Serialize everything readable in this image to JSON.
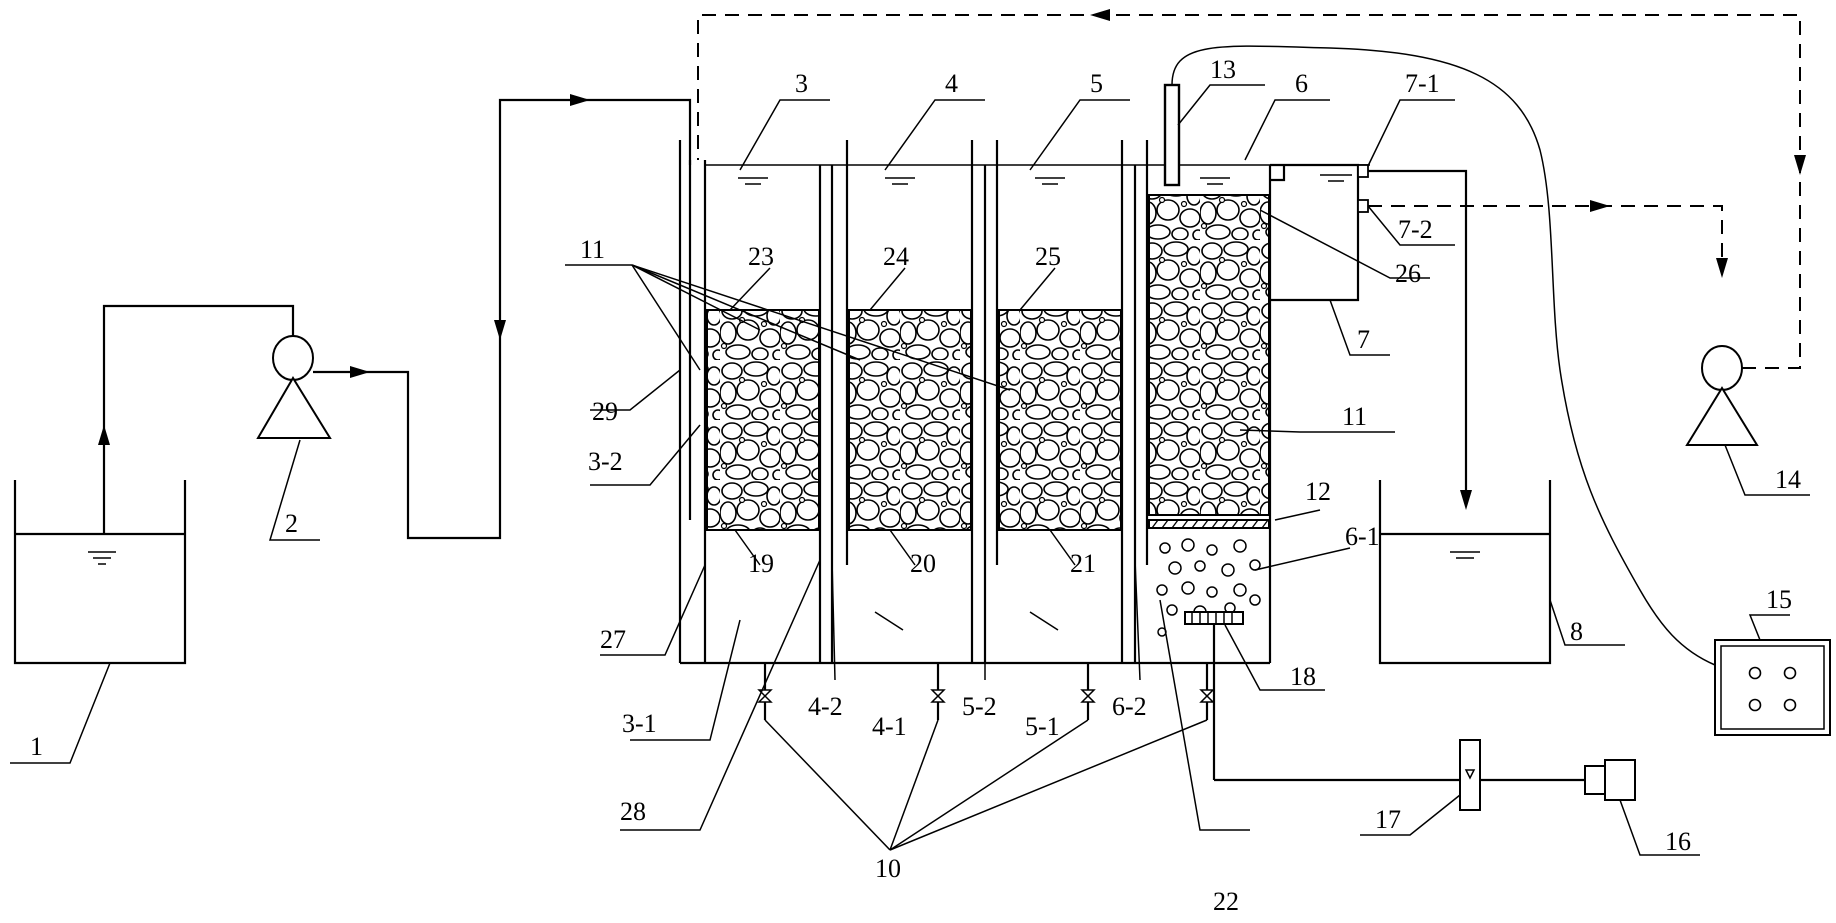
{
  "labels": {
    "n1": "1",
    "n2": "2",
    "n3": "3",
    "n4": "4",
    "n5": "5",
    "n6": "6",
    "n7_1": "7-1",
    "n7_2": "7-2",
    "n7": "7",
    "n8": "8",
    "n10": "10",
    "n11a": "11",
    "n11b": "11",
    "n12": "12",
    "n13": "13",
    "n14": "14",
    "n15": "15",
    "n16": "16",
    "n17": "17",
    "n18": "18",
    "n19": "19",
    "n20": "20",
    "n21": "21",
    "n22": "22",
    "n23": "23",
    "n24": "24",
    "n25": "25",
    "n26": "26",
    "n27": "27",
    "n28": "28",
    "n29": "29",
    "n3_1": "3-1",
    "n3_2": "3-2",
    "n4_1": "4-1",
    "n4_2": "4-2",
    "n5_1": "5-1",
    "n5_2": "5-2",
    "n6_1": "6-1",
    "n6_2": "6-2"
  }
}
